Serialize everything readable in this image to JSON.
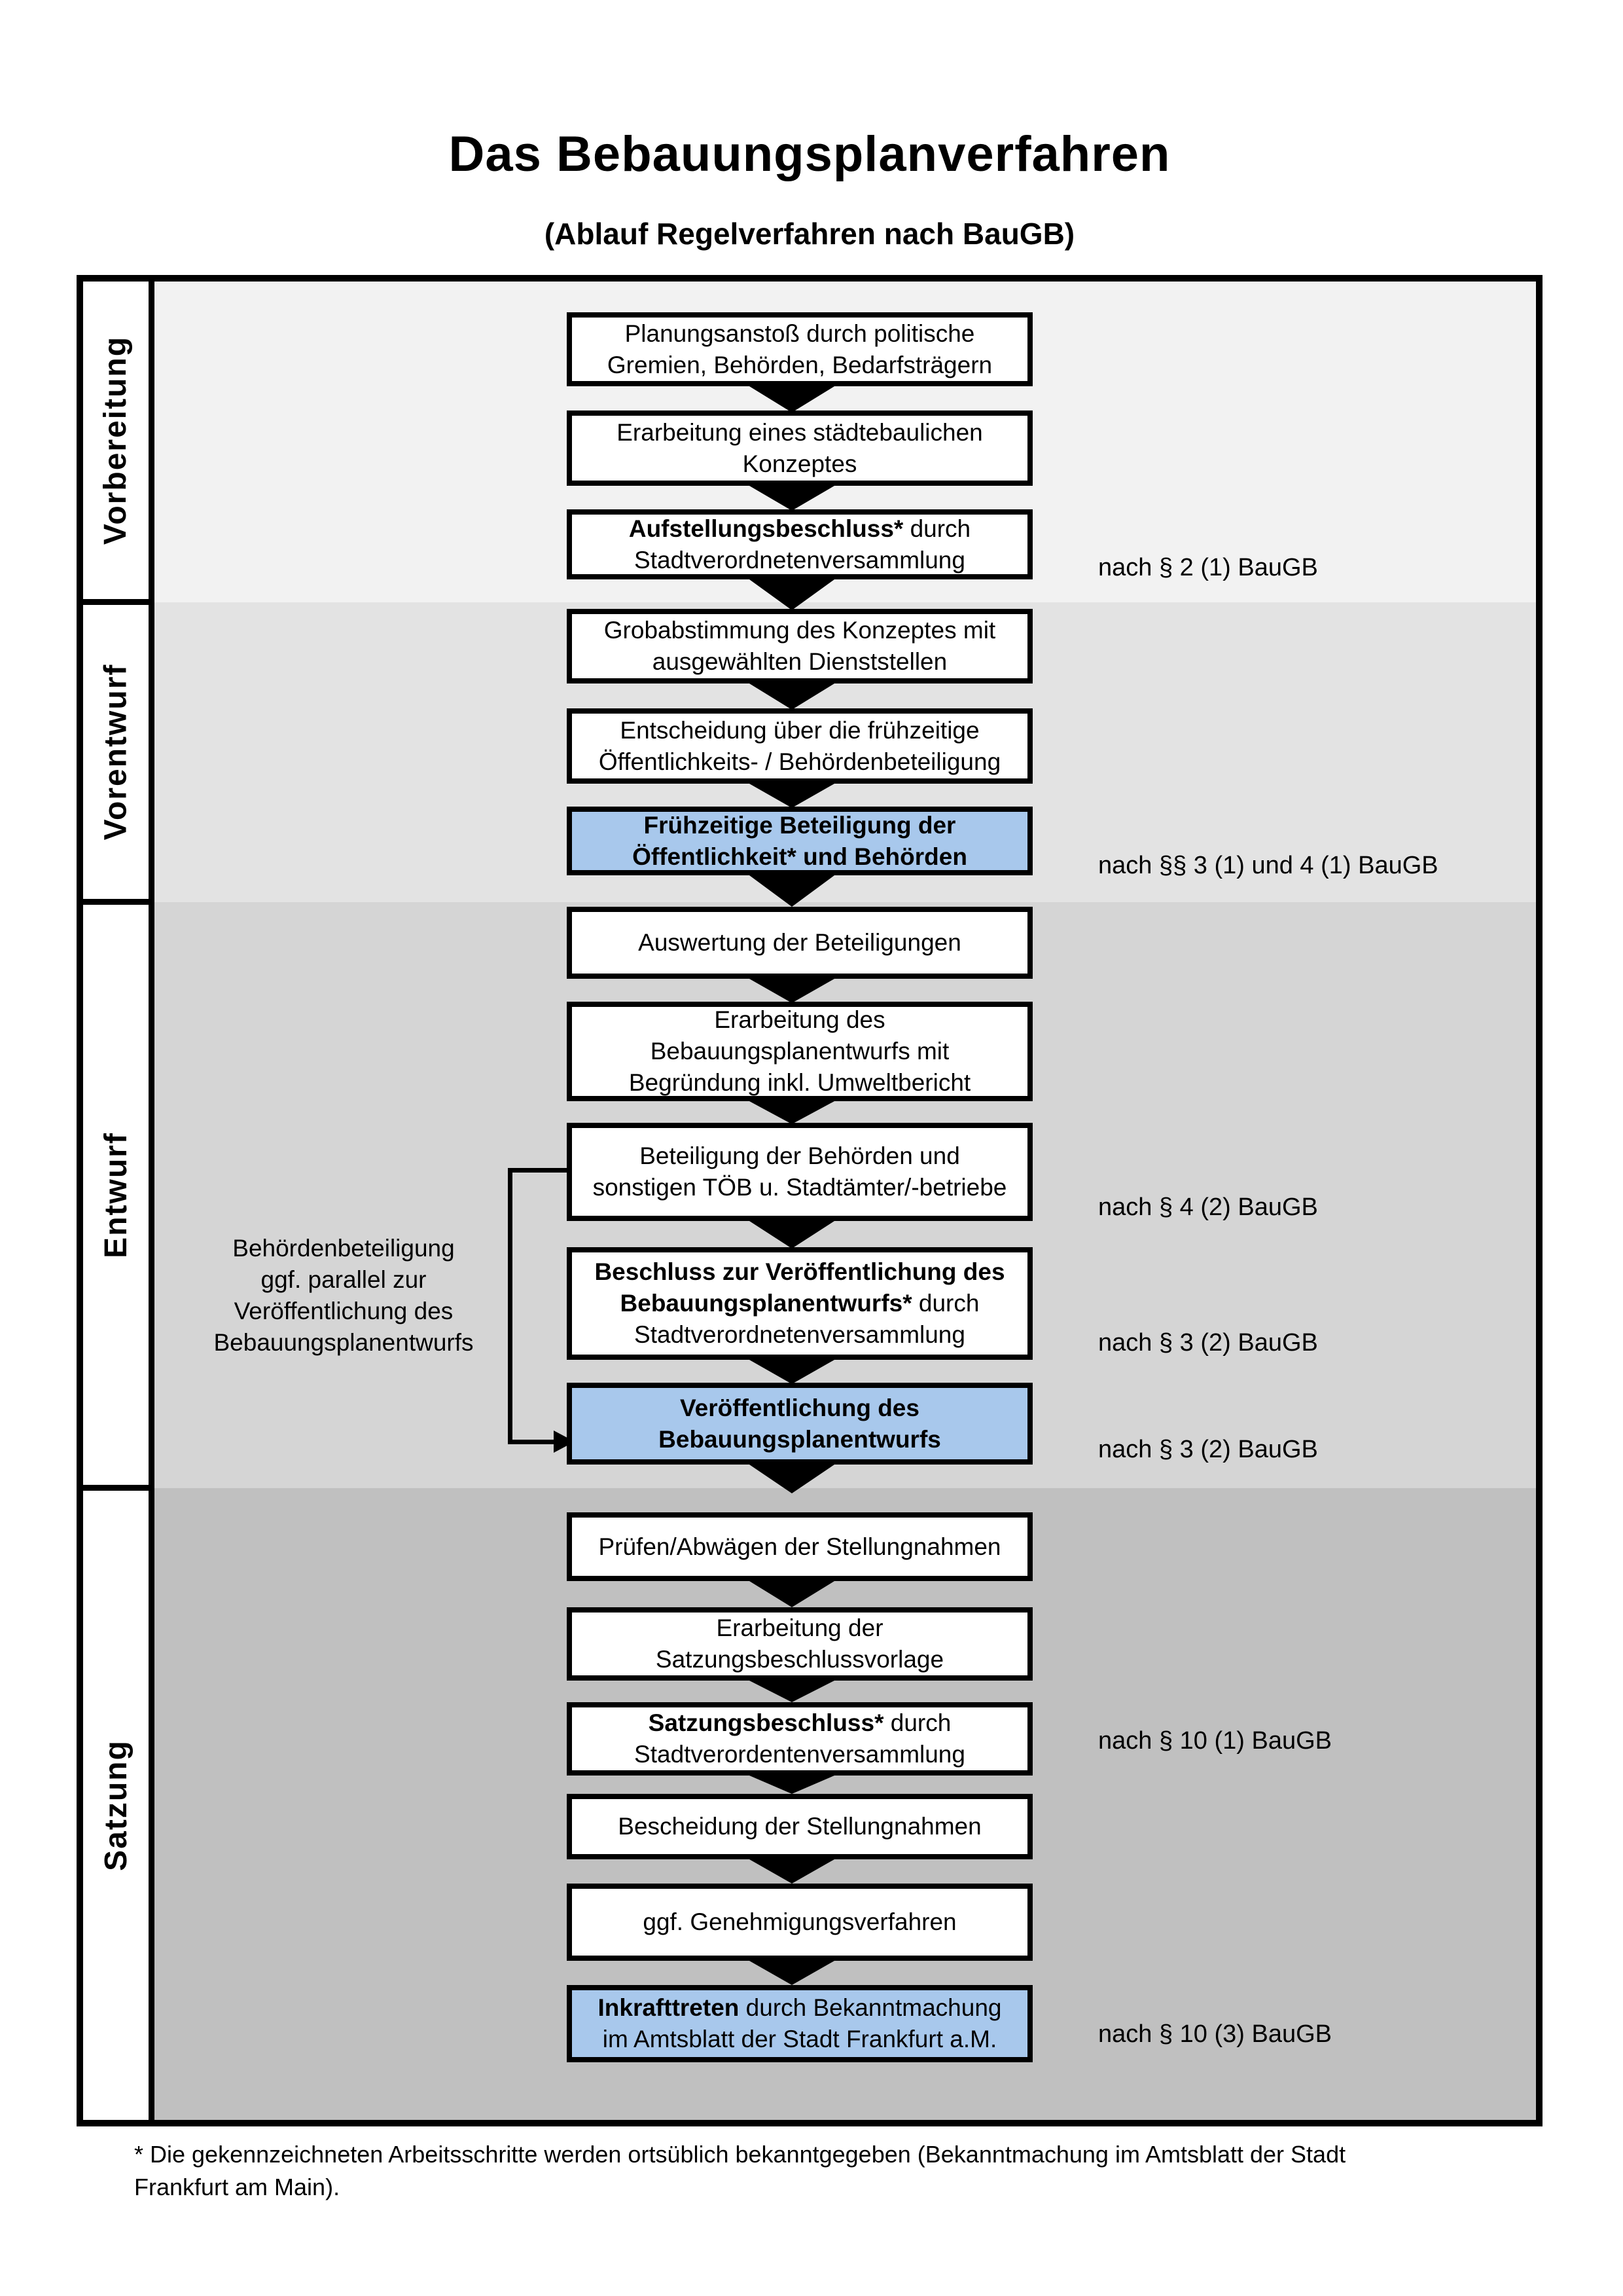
{
  "title": "Das Bebauungsplanverfahren",
  "subtitle": "(Ablauf Regelverfahren nach BauGB)",
  "phases": [
    {
      "label": "Vorbereitung"
    },
    {
      "label": "Vorentwurf"
    },
    {
      "label": "Entwurf"
    },
    {
      "label": "Satzung"
    }
  ],
  "boxes": [
    {
      "highlight": false,
      "lines": [
        {
          "b": "",
          "r": "Planungsanstoß durch politische"
        },
        {
          "b": "",
          "r": "Gremien, Behörden, Bedarfsträgern"
        }
      ]
    },
    {
      "highlight": false,
      "lines": [
        {
          "b": "",
          "r": "Erarbeitung eines städtebaulichen"
        },
        {
          "b": "",
          "r": "Konzeptes"
        }
      ]
    },
    {
      "highlight": false,
      "lines": [
        {
          "b": "Aufstellungsbeschluss*",
          "r": " durch"
        },
        {
          "b": "",
          "r": "Stadtverordnetenversammlung"
        }
      ]
    },
    {
      "highlight": false,
      "lines": [
        {
          "b": "",
          "r": "Grobabstimmung des Konzeptes mit"
        },
        {
          "b": "",
          "r": "ausgewählten Dienststellen"
        }
      ]
    },
    {
      "highlight": false,
      "lines": [
        {
          "b": "",
          "r": "Entscheidung über die frühzeitige"
        },
        {
          "b": "",
          "r": "Öffentlichkeits- / Behördenbeteiligung"
        }
      ]
    },
    {
      "highlight": true,
      "lines": [
        {
          "b": "Frühzeitige Beteiligung der",
          "r": ""
        },
        {
          "b": "Öffentlichkeit* und Behörden",
          "r": ""
        }
      ]
    },
    {
      "highlight": false,
      "lines": [
        {
          "b": "",
          "r": "Auswertung der Beteiligungen"
        }
      ]
    },
    {
      "highlight": false,
      "lines": [
        {
          "b": "",
          "r": "Erarbeitung des"
        },
        {
          "b": "",
          "r": "Bebauungsplanentwurfs mit"
        },
        {
          "b": "",
          "r": "Begründung inkl. Umweltbericht"
        }
      ]
    },
    {
      "highlight": false,
      "lines": [
        {
          "b": "",
          "r": "Beteiligung der Behörden und"
        },
        {
          "b": "",
          "r": "sonstigen TÖB u. Stadtämter/-betriebe"
        }
      ]
    },
    {
      "highlight": false,
      "lines": [
        {
          "b": "Beschluss zur Veröffentlichung des",
          "r": ""
        },
        {
          "b": "Bebauungsplanentwurfs*",
          "r": " durch"
        },
        {
          "b": "",
          "r": "Stadtverordnetenversammlung"
        }
      ]
    },
    {
      "highlight": true,
      "lines": [
        {
          "b": "Veröffentlichung des",
          "r": ""
        },
        {
          "b": "Bebauungsplanentwurfs",
          "r": ""
        }
      ]
    },
    {
      "highlight": false,
      "lines": [
        {
          "b": "",
          "r": "Prüfen/Abwägen der Stellungnahmen"
        }
      ]
    },
    {
      "highlight": false,
      "lines": [
        {
          "b": "",
          "r": "Erarbeitung der"
        },
        {
          "b": "",
          "r": "Satzungsbeschlussvorlage"
        }
      ]
    },
    {
      "highlight": false,
      "lines": [
        {
          "b": "Satzungsbeschluss*",
          "r": " durch"
        },
        {
          "b": "",
          "r": "Stadtverordentenversammlung"
        }
      ]
    },
    {
      "highlight": false,
      "lines": [
        {
          "b": "",
          "r": "Bescheidung der Stellungnahmen"
        }
      ]
    },
    {
      "highlight": false,
      "lines": [
        {
          "b": "",
          "r": "ggf. Genehmigungsverfahren"
        }
      ]
    },
    {
      "highlight": true,
      "lines": [
        {
          "b": "Inkrafttreten",
          "r": " durch Bekanntmachung"
        },
        {
          "b": "",
          "r": "im Amtsblatt der Stadt Frankfurt a.M."
        }
      ]
    }
  ],
  "refs": [
    {
      "text": "nach § 2 (1) BauGB"
    },
    {
      "text": "nach §§ 3 (1) und 4 (1) BauGB"
    },
    {
      "text": "nach § 4 (2) BauGB"
    },
    {
      "text": "nach § 3 (2) BauGB"
    },
    {
      "text": "nach § 3 (2) BauGB"
    },
    {
      "text": "nach § 10 (1) BauGB"
    },
    {
      "text": "nach § 10 (3) BauGB"
    }
  ],
  "side_note": {
    "text": "Behördenbeteiligung\nggf. parallel zur\nVeröffentlichung des\nBebauungsplanentwurfs"
  },
  "footnote": {
    "text": "* Die gekennzeichneten Arbeitsschritte werden ortsüblich bekanntgegeben (Bekanntmachung im Amtsblatt  der Stadt\nFrankfurt am Main)."
  },
  "colors": {
    "highlight_box": "#a8c8ec",
    "band_vorbereitung": "#f2f2f2",
    "band_vorentwurf": "#e3e3e3",
    "band_entwurf": "#d5d5d5",
    "band_satzung": "#c0c0c0",
    "box_border": "#000000"
  }
}
